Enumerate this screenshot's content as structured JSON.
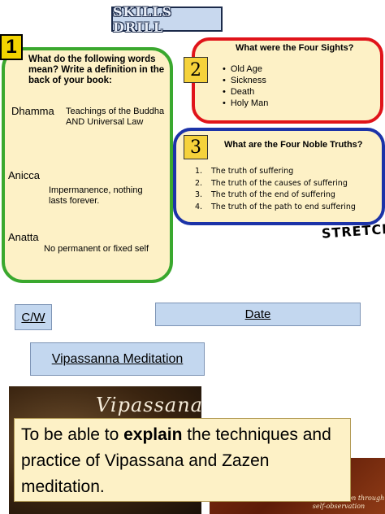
{
  "banner": {
    "text": "SKILLS DRILL"
  },
  "box1": {
    "number": "1",
    "question": "What do the  following words mean? Write a definition in the back of your book:",
    "terms": [
      {
        "term": "Dhamma",
        "definition": "Teachings of the Buddha AND Universal Law"
      },
      {
        "term": "Anicca",
        "definition": "Impermanence, nothing lasts forever."
      },
      {
        "term": "Anatta",
        "definition": "No permanent or fixed self"
      }
    ]
  },
  "box2": {
    "number": "2",
    "question": "What were the Four Sights?",
    "items": [
      "Old Age",
      "Sickness",
      "Death",
      "Holy Man"
    ]
  },
  "box3": {
    "number": "3",
    "question": "What are the Four Noble Truths?",
    "items": [
      {
        "n": "1.",
        "text": "The truth of suffering"
      },
      {
        "n": "2.",
        "text": "The truth of the causes of suffering"
      },
      {
        "n": "3.",
        "text": "The truth of the end of suffering"
      },
      {
        "n": "4.",
        "text": "The truth of the path to end suffering"
      }
    ]
  },
  "stretch": "STRETCH",
  "labels": {
    "cw": "C/W",
    "date": "Date",
    "lesson_title": "Vipassanna Meditation"
  },
  "photo": {
    "title": "Vipassana"
  },
  "book": {
    "text": "self-transformation through self-observation"
  },
  "objective": {
    "before": "To be able to ",
    "bold": "explain",
    "after": " the techniques and practice of Vipassana and Zazen meditation."
  },
  "colors": {
    "box1_border": "#3aa82e",
    "box2_border": "#e0141a",
    "box3_border": "#1c33a8",
    "box_fill": "#fdf1c6",
    "label_fill": "#c3d7ef"
  }
}
